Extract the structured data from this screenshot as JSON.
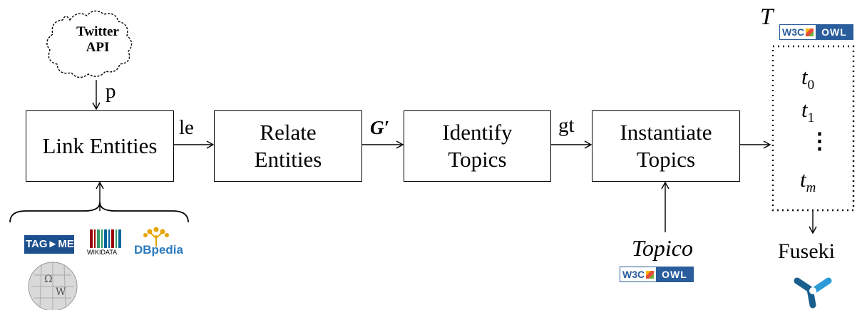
{
  "source": {
    "line1": "Twitter",
    "line2": "API"
  },
  "edge_labels": {
    "p": "p",
    "le": "le",
    "g_prime": "G′",
    "gt": "gt"
  },
  "steps": [
    {
      "line1": "Link Entities",
      "line2": ""
    },
    {
      "line1": "Relate",
      "line2": "Entities"
    },
    {
      "line1": "Identify",
      "line2": "Topics"
    },
    {
      "line1": "Instantiate",
      "line2": "Topics"
    }
  ],
  "output": {
    "T": "T",
    "t0": "t",
    "t0_sub": "0",
    "t1": "t",
    "t1_sub": "1",
    "dots": "⋮",
    "tm": "t",
    "tm_sub": "m"
  },
  "store": {
    "label": "Fuseki"
  },
  "ontology": {
    "label": "Topico"
  },
  "badge": {
    "w3c": "W3C",
    "owl": "OWL"
  },
  "kb_logos": {
    "tagme": "TAG►ME",
    "wikidata": "WIKIDATA",
    "dbpedia": "DBpedia"
  }
}
